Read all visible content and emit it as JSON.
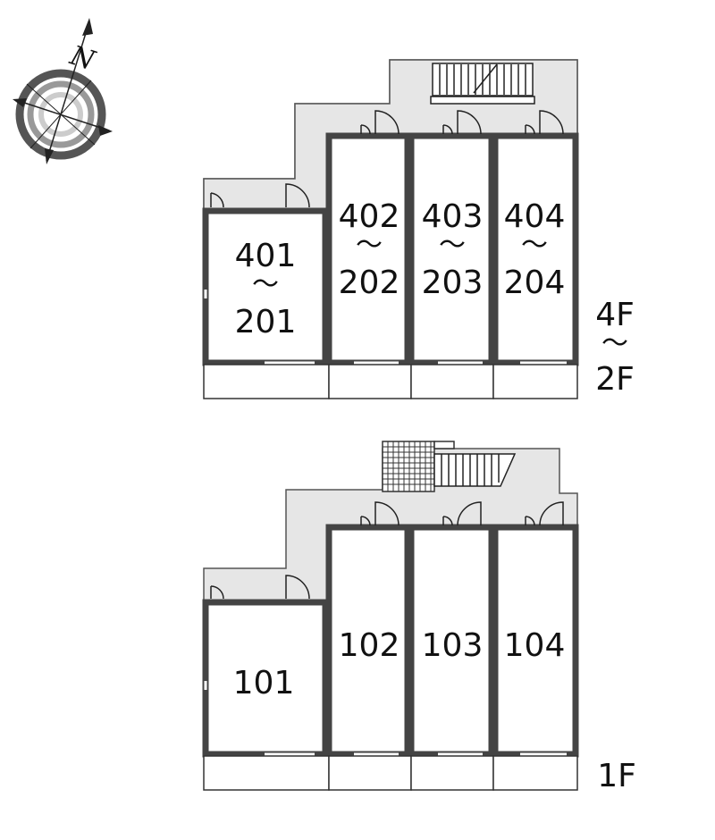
{
  "compass": {
    "north_label": "N"
  },
  "upper_floor": {
    "floor_range": {
      "top": "4F",
      "separator": "〜",
      "bottom": "2F"
    },
    "units": [
      {
        "top": "401",
        "separator": "〜",
        "bottom": "201"
      },
      {
        "top": "402",
        "separator": "〜",
        "bottom": "202"
      },
      {
        "top": "403",
        "separator": "〜",
        "bottom": "203"
      },
      {
        "top": "404",
        "separator": "〜",
        "bottom": "204"
      }
    ]
  },
  "ground_floor": {
    "floor_label": "1F",
    "units": [
      "101",
      "102",
      "103",
      "104"
    ]
  },
  "colors": {
    "wall": "#444444",
    "corridor": "#e6e6e6",
    "line": "#222222"
  }
}
